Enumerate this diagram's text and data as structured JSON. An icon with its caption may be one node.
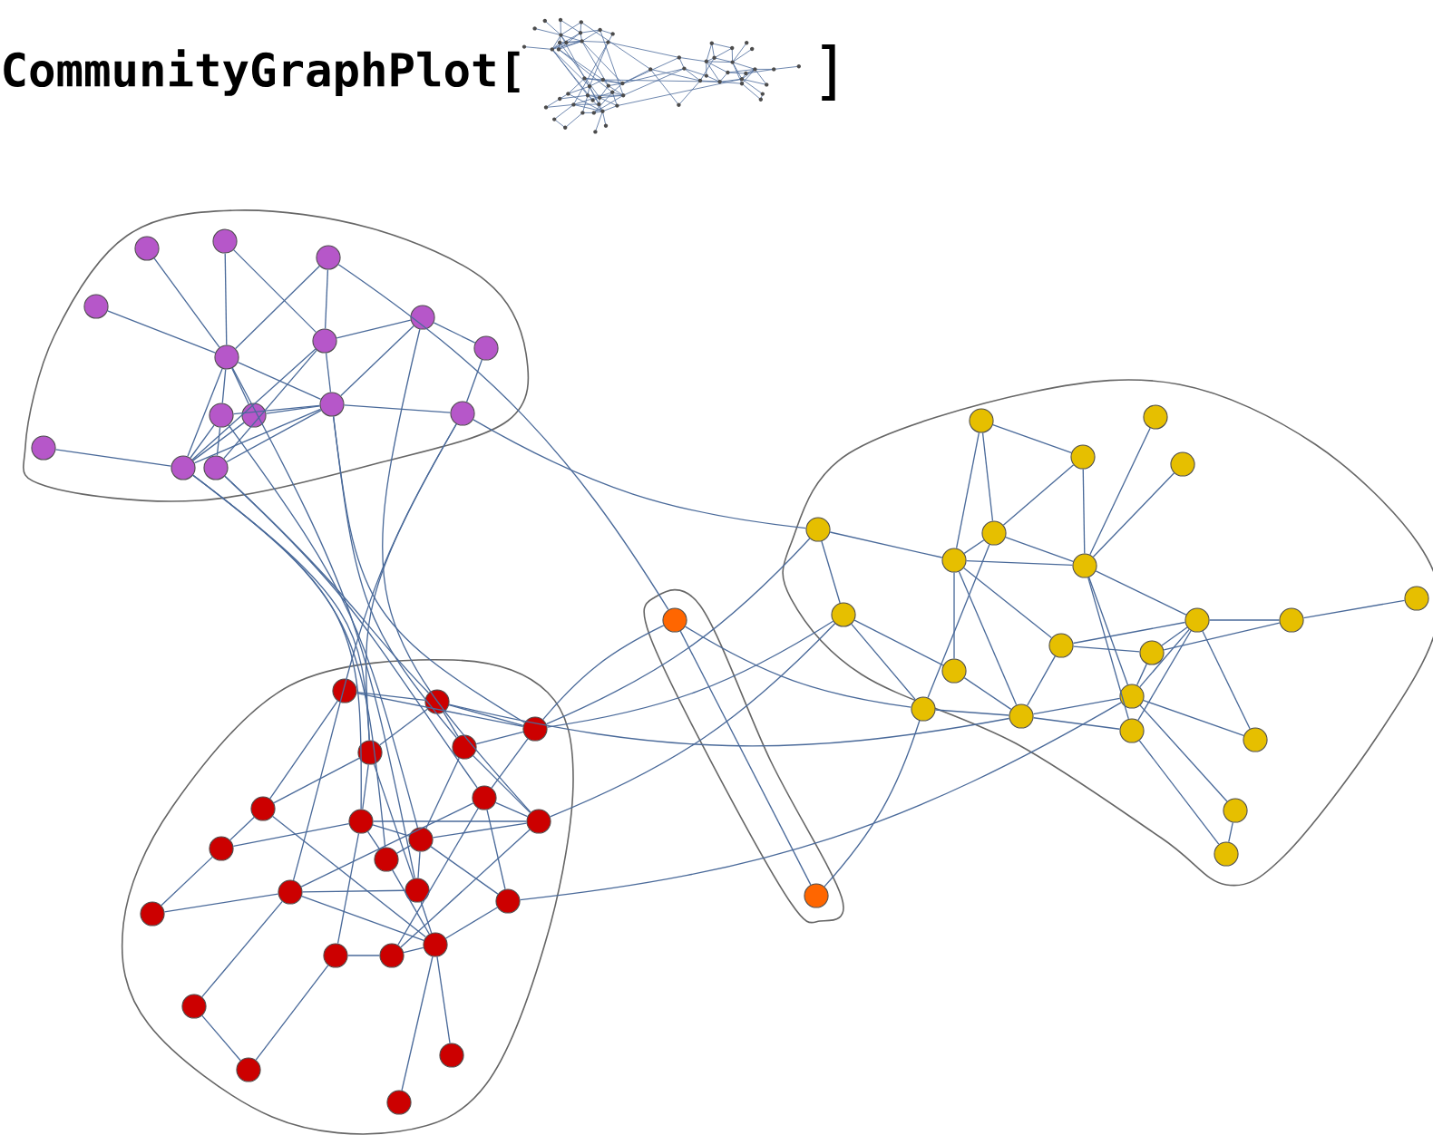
{
  "diagram": {
    "nodes": [
      {
        "text": [],
        "shape": "cloud"
      },
      {
        "text": [],
        "shape": "circle",
        "in": 0
      },
      {
        "text": [],
        "shape": "circle",
        "in": 0
      },
      {
        "text": [],
        "shape": "circle",
        "in": 0
      },
      {
        "text": [],
        "shape": "circle",
        "in": 0
      },
      {
        "text": [],
        "shape": "circle",
        "in": 0
      },
      {
        "text": [],
        "shape": "circle",
        "in": 0
      },
      {
        "text": [],
        "shape": "circle",
        "in": 0
      },
      {
        "text": [],
        "shape": "circle",
        "in": 0
      },
      {
        "text": [],
        "shape": "circle",
        "in": 0
      },
      {
        "text": [],
        "shape": "circle",
        "in": 0
      },
      {
        "text": [],
        "shape": "circle",
        "in": 0
      },
      {
        "text": [],
        "shape": "circle",
        "in": 0
      },
      {
        "text": [],
        "shape": "circle",
        "in": 0
      },
      {
        "text": [],
        "shape": "circle",
        "in": 0
      },
      {
        "text": [],
        "shape": "circle",
        "in": 0
      },
      {
        "text": [],
        "shape": "cloud"
      },
      {
        "text": [],
        "shape": "circle",
        "in": 16
      },
      {
        "text": [],
        "shape": "circle",
        "in": 16
      },
      {
        "text": [],
        "shape": "circle",
        "in": 16
      },
      {
        "text": [],
        "shape": "circle",
        "in": 16
      },
      {
        "text": [],
        "shape": "circle",
        "in": 16
      },
      {
        "text": [],
        "shape": "circle",
        "in": 16
      },
      {
        "text": [],
        "shape": "circle",
        "in": 16
      },
      {
        "text": [],
        "shape": "circle",
        "in": 16
      },
      {
        "text": [],
        "shape": "circle",
        "in": 16
      },
      {
        "text": [],
        "shape": "circle",
        "in": 16
      },
      {
        "text": [],
        "shape": "circle",
        "in": 16
      },
      {
        "text": [],
        "shape": "circle",
        "in": 16
      },
      {
        "text": [],
        "shape": "circle",
        "in": 16
      },
      {
        "text": [],
        "shape": "circle",
        "in": 16
      },
      {
        "text": [],
        "shape": "circle",
        "in": 16
      },
      {
        "text": [],
        "shape": "circle",
        "in": 16
      },
      {
        "text": [],
        "shape": "circle",
        "in": 16
      },
      {
        "text": [],
        "shape": "circle",
        "in": 16
      },
      {
        "text": [],
        "shape": "circle",
        "in": 16
      },
      {
        "text": [],
        "shape": "circle",
        "in": 16
      },
      {
        "text": [],
        "shape": "circle",
        "in": 16
      },
      {
        "text": [],
        "shape": "circle",
        "in": 16
      },
      {
        "text": [],
        "shape": "circle",
        "in": 16
      },
      {
        "text": [],
        "shape": "cloud"
      },
      {
        "text": [],
        "shape": "circle",
        "in": 40
      },
      {
        "text": [],
        "shape": "circle",
        "in": 40
      },
      {
        "text": [],
        "shape": "cloud"
      },
      {
        "text": [],
        "shape": "circle",
        "in": 43
      },
      {
        "text": [],
        "shape": "circle",
        "in": 43
      },
      {
        "text": [],
        "shape": "circle",
        "in": 43
      },
      {
        "text": [],
        "shape": "circle",
        "in": 43
      },
      {
        "text": [],
        "shape": "circle",
        "in": 43
      },
      {
        "text": [],
        "shape": "circle",
        "in": 43
      },
      {
        "text": [],
        "shape": "circle",
        "in": 43
      },
      {
        "text": [],
        "shape": "circle",
        "in": 43
      },
      {
        "text": [],
        "shape": "circle",
        "in": 43
      },
      {
        "text": [],
        "shape": "circle",
        "in": 43
      },
      {
        "text": [],
        "shape": "circle",
        "in": 43
      },
      {
        "text": [],
        "shape": "circle",
        "in": 43
      },
      {
        "text": [],
        "shape": "circle",
        "in": 43
      },
      {
        "text": [],
        "shape": "circle",
        "in": 43
      },
      {
        "text": [],
        "shape": "circle",
        "in": 43
      },
      {
        "text": [],
        "shape": "circle",
        "in": 43
      },
      {
        "text": [],
        "shape": "circle",
        "in": 43
      },
      {
        "text": [],
        "shape": "circle",
        "in": 43
      },
      {
        "text": [],
        "shape": "circle",
        "in": 43
      },
      {
        "text": [],
        "shape": "circle",
        "in": 43
      },
      {
        "text": [],
        "shape": "circle",
        "in": 43
      },
      {
        "text": [],
        "shape": "circle",
        "in": 43
      }
    ],
    "edges": [
      {
        "from": 1,
        "to": 5,
        "arrow": "none"
      },
      {
        "from": 2,
        "to": 5,
        "arrow": "none"
      },
      {
        "from": 2,
        "to": 6,
        "arrow": "none"
      },
      {
        "from": 3,
        "to": 5,
        "arrow": "none"
      },
      {
        "from": 3,
        "to": 6,
        "arrow": "none"
      },
      {
        "from": 4,
        "to": 5,
        "arrow": "none"
      },
      {
        "from": 5,
        "to": 11,
        "arrow": "none"
      },
      {
        "from": 5,
        "to": 9,
        "arrow": "none"
      },
      {
        "from": 5,
        "to": 10,
        "arrow": "none"
      },
      {
        "from": 5,
        "to": 14,
        "arrow": "none"
      },
      {
        "from": 6,
        "to": 7,
        "arrow": "none"
      },
      {
        "from": 6,
        "to": 14,
        "arrow": "none"
      },
      {
        "from": 6,
        "to": 15,
        "arrow": "none"
      },
      {
        "from": 6,
        "to": 11,
        "arrow": "none"
      },
      {
        "from": 7,
        "to": 8,
        "arrow": "none"
      },
      {
        "from": 7,
        "to": 11,
        "arrow": "none"
      },
      {
        "from": 8,
        "to": 12,
        "arrow": "none"
      },
      {
        "from": 11,
        "to": 12,
        "arrow": "none"
      },
      {
        "from": 10,
        "to": 11,
        "arrow": "none"
      },
      {
        "from": 9,
        "to": 11,
        "arrow": "none"
      },
      {
        "from": 13,
        "to": 14,
        "arrow": "none"
      },
      {
        "from": 9,
        "to": 14,
        "arrow": "none"
      },
      {
        "from": 10,
        "to": 14,
        "arrow": "none"
      },
      {
        "from": 11,
        "to": 14,
        "arrow": "none"
      },
      {
        "from": 11,
        "to": 15,
        "arrow": "none"
      },
      {
        "from": 9,
        "to": 15,
        "arrow": "none"
      },
      {
        "from": 41,
        "to": 3,
        "arrow": "none"
      },
      {
        "from": 12,
        "to": 48,
        "arrow": "none"
      },
      {
        "from": 14,
        "to": 21,
        "arrow": "none"
      },
      {
        "from": 14,
        "to": 25,
        "arrow": "none"
      },
      {
        "from": 15,
        "to": 18,
        "arrow": "none"
      },
      {
        "from": 15,
        "to": 23,
        "arrow": "none"
      },
      {
        "from": 9,
        "to": 26,
        "arrow": "none"
      },
      {
        "from": 5,
        "to": 30,
        "arrow": "none"
      },
      {
        "from": 11,
        "to": 20,
        "arrow": "none"
      },
      {
        "from": 11,
        "to": 19,
        "arrow": "none"
      },
      {
        "from": 12,
        "to": 21,
        "arrow": "none"
      },
      {
        "from": 12,
        "to": 29,
        "arrow": "none"
      },
      {
        "from": 7,
        "to": 24,
        "arrow": "none"
      },
      {
        "from": 14,
        "to": 28,
        "arrow": "none"
      },
      {
        "from": 17,
        "to": 22,
        "arrow": "none"
      },
      {
        "from": 17,
        "to": 18,
        "arrow": "none"
      },
      {
        "from": 17,
        "to": 19,
        "arrow": "none"
      },
      {
        "from": 18,
        "to": 19,
        "arrow": "none"
      },
      {
        "from": 18,
        "to": 21,
        "arrow": "none"
      },
      {
        "from": 18,
        "to": 20,
        "arrow": "none"
      },
      {
        "from": 20,
        "to": 19,
        "arrow": "none"
      },
      {
        "from": 21,
        "to": 25,
        "arrow": "none"
      },
      {
        "from": 21,
        "to": 22,
        "arrow": "none"
      },
      {
        "from": 22,
        "to": 35,
        "arrow": "none"
      },
      {
        "from": 27,
        "to": 32,
        "arrow": "none"
      },
      {
        "from": 27,
        "to": 25,
        "arrow": "none"
      },
      {
        "from": 27,
        "to": 22,
        "arrow": "none"
      },
      {
        "from": 32,
        "to": 29,
        "arrow": "none"
      },
      {
        "from": 29,
        "to": 30,
        "arrow": "none"
      },
      {
        "from": 29,
        "to": 23,
        "arrow": "none"
      },
      {
        "from": 29,
        "to": 36,
        "arrow": "none"
      },
      {
        "from": 29,
        "to": 35,
        "arrow": "none"
      },
      {
        "from": 25,
        "to": 24,
        "arrow": "none"
      },
      {
        "from": 25,
        "to": 26,
        "arrow": "none"
      },
      {
        "from": 25,
        "to": 28,
        "arrow": "none"
      },
      {
        "from": 25,
        "to": 33,
        "arrow": "none"
      },
      {
        "from": 26,
        "to": 28,
        "arrow": "none"
      },
      {
        "from": 26,
        "to": 30,
        "arrow": "none"
      },
      {
        "from": 26,
        "to": 24,
        "arrow": "none"
      },
      {
        "from": 26,
        "to": 20,
        "arrow": "none"
      },
      {
        "from": 26,
        "to": 31,
        "arrow": "none"
      },
      {
        "from": 30,
        "to": 35,
        "arrow": "none"
      },
      {
        "from": 35,
        "to": 34,
        "arrow": "none"
      },
      {
        "from": 33,
        "to": 34,
        "arrow": "none"
      },
      {
        "from": 33,
        "to": 37,
        "arrow": "none"
      },
      {
        "from": 36,
        "to": 37,
        "arrow": "none"
      },
      {
        "from": 35,
        "to": 38,
        "arrow": "none"
      },
      {
        "from": 35,
        "to": 39,
        "arrow": "none"
      },
      {
        "from": 35,
        "to": 31,
        "arrow": "none"
      },
      {
        "from": 34,
        "to": 23,
        "arrow": "none"
      },
      {
        "from": 23,
        "to": 19,
        "arrow": "none"
      },
      {
        "from": 23,
        "to": 24,
        "arrow": "none"
      },
      {
        "from": 20,
        "to": 24,
        "arrow": "none"
      },
      {
        "from": 31,
        "to": 23,
        "arrow": "none"
      },
      {
        "from": 28,
        "to": 35,
        "arrow": "none"
      },
      {
        "from": 21,
        "to": 30,
        "arrow": "none"
      },
      {
        "from": 24,
        "to": 34,
        "arrow": "none"
      },
      {
        "from": 41,
        "to": 42,
        "arrow": "none"
      },
      {
        "from": 41,
        "to": 19,
        "arrow": "none"
      },
      {
        "from": 41,
        "to": 60,
        "arrow": "none"
      },
      {
        "from": 42,
        "to": 60,
        "arrow": "none"
      },
      {
        "from": 19,
        "to": 48,
        "arrow": "none"
      },
      {
        "from": 19,
        "to": 52,
        "arrow": "none"
      },
      {
        "from": 24,
        "to": 52,
        "arrow": "none"
      },
      {
        "from": 31,
        "to": 59,
        "arrow": "none"
      },
      {
        "from": 18,
        "to": 61,
        "arrow": "none"
      },
      {
        "from": 44,
        "to": 46,
        "arrow": "none"
      },
      {
        "from": 44,
        "to": 50,
        "arrow": "none"
      },
      {
        "from": 44,
        "to": 49,
        "arrow": "none"
      },
      {
        "from": 46,
        "to": 49,
        "arrow": "none"
      },
      {
        "from": 46,
        "to": 51,
        "arrow": "none"
      },
      {
        "from": 45,
        "to": 51,
        "arrow": "none"
      },
      {
        "from": 47,
        "to": 51,
        "arrow": "none"
      },
      {
        "from": 48,
        "to": 50,
        "arrow": "none"
      },
      {
        "from": 48,
        "to": 52,
        "arrow": "none"
      },
      {
        "from": 49,
        "to": 50,
        "arrow": "none"
      },
      {
        "from": 49,
        "to": 51,
        "arrow": "none"
      },
      {
        "from": 50,
        "to": 51,
        "arrow": "none"
      },
      {
        "from": 50,
        "to": 58,
        "arrow": "none"
      },
      {
        "from": 50,
        "to": 56,
        "arrow": "none"
      },
      {
        "from": 50,
        "to": 61,
        "arrow": "none"
      },
      {
        "from": 49,
        "to": 60,
        "arrow": "none"
      },
      {
        "from": 51,
        "to": 53,
        "arrow": "none"
      },
      {
        "from": 51,
        "to": 59,
        "arrow": "none"
      },
      {
        "from": 51,
        "to": 62,
        "arrow": "none"
      },
      {
        "from": 53,
        "to": 54,
        "arrow": "none"
      },
      {
        "from": 54,
        "to": 55,
        "arrow": "none"
      },
      {
        "from": 53,
        "to": 56,
        "arrow": "none"
      },
      {
        "from": 53,
        "to": 59,
        "arrow": "none"
      },
      {
        "from": 53,
        "to": 62,
        "arrow": "none"
      },
      {
        "from": 53,
        "to": 63,
        "arrow": "none"
      },
      {
        "from": 53,
        "to": 57,
        "arrow": "none"
      },
      {
        "from": 56,
        "to": 57,
        "arrow": "none"
      },
      {
        "from": 56,
        "to": 61,
        "arrow": "none"
      },
      {
        "from": 52,
        "to": 58,
        "arrow": "none"
      },
      {
        "from": 52,
        "to": 60,
        "arrow": "none"
      },
      {
        "from": 58,
        "to": 61,
        "arrow": "none"
      },
      {
        "from": 57,
        "to": 54,
        "arrow": "none"
      },
      {
        "from": 57,
        "to": 59,
        "arrow": "none"
      },
      {
        "from": 59,
        "to": 61,
        "arrow": "none"
      },
      {
        "from": 59,
        "to": 63,
        "arrow": "none"
      },
      {
        "from": 59,
        "to": 64,
        "arrow": "none"
      },
      {
        "from": 61,
        "to": 62,
        "arrow": "none"
      },
      {
        "from": 62,
        "to": 65,
        "arrow": "none"
      },
      {
        "from": 64,
        "to": 65,
        "arrow": "none"
      },
      {
        "from": 60,
        "to": 61,
        "arrow": "none"
      }
    ],
    "labels": [
      "CommunityGraphPlot[",
      "]"
    ]
  }
}
